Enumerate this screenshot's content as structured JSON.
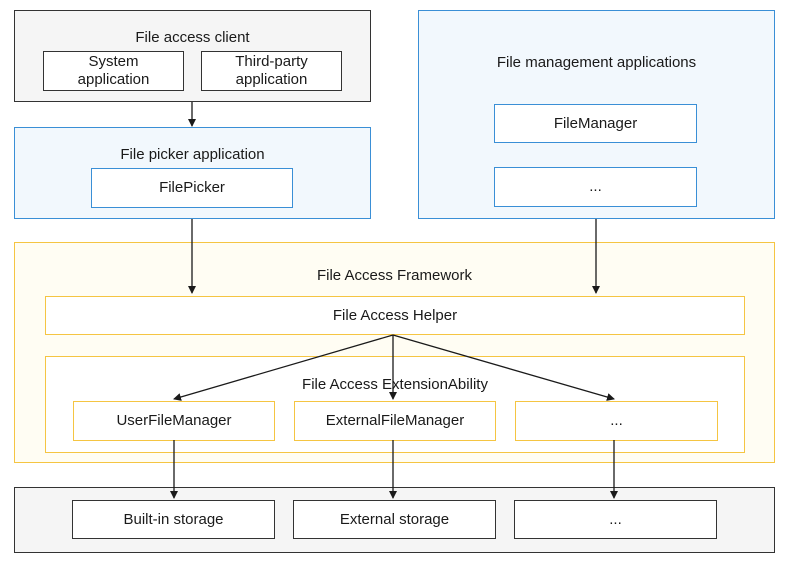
{
  "client": {
    "title": "File access client",
    "system_app": "System application",
    "third_party_app": "Third-party application"
  },
  "picker": {
    "title": "File picker application",
    "file_picker": "FilePicker"
  },
  "management": {
    "title": "File management applications",
    "file_manager": "FileManager",
    "more": "..."
  },
  "framework": {
    "title": "File Access Framework",
    "helper": "File Access Helper",
    "extension": {
      "title": "File Access ExtensionAbility",
      "user_file_manager": "UserFileManager",
      "external_file_manager": "ExternalFileManager",
      "more": "..."
    }
  },
  "storage": {
    "builtin": "Built-in storage",
    "external": "External storage",
    "more": "..."
  },
  "colors": {
    "dark_border": "#333333",
    "blue_border": "#3a8fd6",
    "blue_fill": "#f2f8fd",
    "yellow_border": "#f5c542",
    "yellow_fill": "#fffdf3",
    "gray_fill": "#f5f5f5"
  }
}
